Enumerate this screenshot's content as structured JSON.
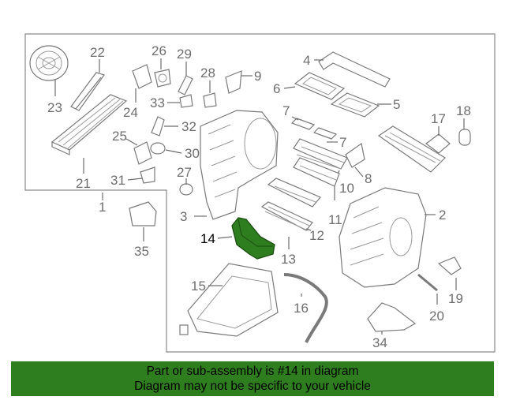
{
  "highlight_color": "#2e7d1e",
  "outline_color": "#7a7a7a",
  "banner": {
    "line1": "Part or sub-assembly is #14 in diagram",
    "line2": "Diagram may not be specific to your vehicle"
  },
  "callouts": {
    "c1": "1",
    "c2": "2",
    "c3": "3",
    "c4": "4",
    "c5": "5",
    "c6": "6",
    "c7a": "7",
    "c7b": "7",
    "c8": "8",
    "c9": "9",
    "c10": "10",
    "c11": "11",
    "c12": "12",
    "c13": "13",
    "c14": "14",
    "c15": "15",
    "c16": "16",
    "c17": "17",
    "c18": "18",
    "c19": "19",
    "c20": "20",
    "c21": "21",
    "c22": "22",
    "c23": "23",
    "c24": "24",
    "c25": "25",
    "c26": "26",
    "c27": "27",
    "c28": "28",
    "c29": "29",
    "c30": "30",
    "c31": "31",
    "c32": "32",
    "c33": "33",
    "c34": "34",
    "c35": "35"
  }
}
